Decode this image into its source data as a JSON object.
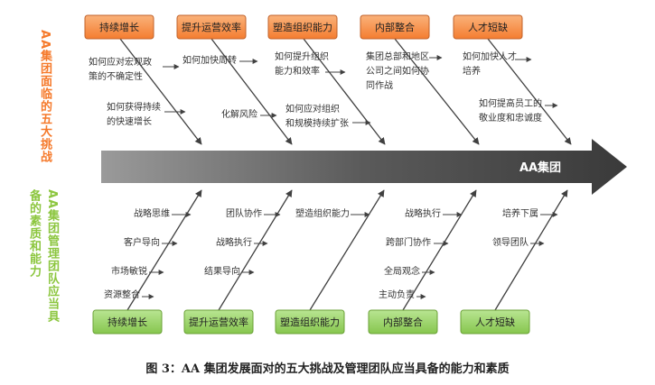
{
  "side_titles": {
    "top": "AA集团面临的五大挑战",
    "bottom_line1": "AA集团管理团队应当具",
    "bottom_line2": "备的素质和能力"
  },
  "spine": {
    "label": "AA集团"
  },
  "top_categories": [
    {
      "label": "持续增长",
      "causes": [
        "如何应对宏观政策的不确定性",
        "如何获得持续的快速增长"
      ]
    },
    {
      "label": "提升运营效率",
      "causes": [
        "如何加快周转",
        "化解风险"
      ]
    },
    {
      "label": "塑造组织能力",
      "causes": [
        "如何提升组织能力和效率",
        "如何应对组织和规模持续扩张"
      ]
    },
    {
      "label": "内部整合",
      "causes": [
        "集团总部和地区公司之间如何协同作战"
      ]
    },
    {
      "label": "人才短缺",
      "causes": [
        "如何加快人才培养",
        "如何提高员工的敬业度和忠诚度"
      ]
    }
  ],
  "bottom_categories": [
    {
      "label": "持续增长",
      "causes": [
        "战略思维",
        "客户导向",
        "市场敏锐",
        "资源整合"
      ]
    },
    {
      "label": "提升运营效率",
      "causes": [
        "团队协作",
        "战略执行",
        "结果导向"
      ]
    },
    {
      "label": "塑造组织能力",
      "causes": [
        "塑造组织能力"
      ]
    },
    {
      "label": "内部整合",
      "causes": [
        "战略执行",
        "跨部门协作",
        "全局观念",
        "主动负责"
      ]
    },
    {
      "label": "人才短缺",
      "causes": [
        "培养下属",
        "领导团队"
      ]
    }
  ],
  "caption": "图 3：AA 集团发展面对的五大挑战及管理团队应当具备的能力和素质",
  "colors": {
    "top_box_fill": "#f79646",
    "top_box_border": "#c0622a",
    "bottom_box_fill": "#9bd46a",
    "bottom_box_border": "#6aa136",
    "top_title": "#f5792a",
    "bottom_title": "#8cc63f",
    "arrow": "#404040",
    "text": "#333333"
  }
}
